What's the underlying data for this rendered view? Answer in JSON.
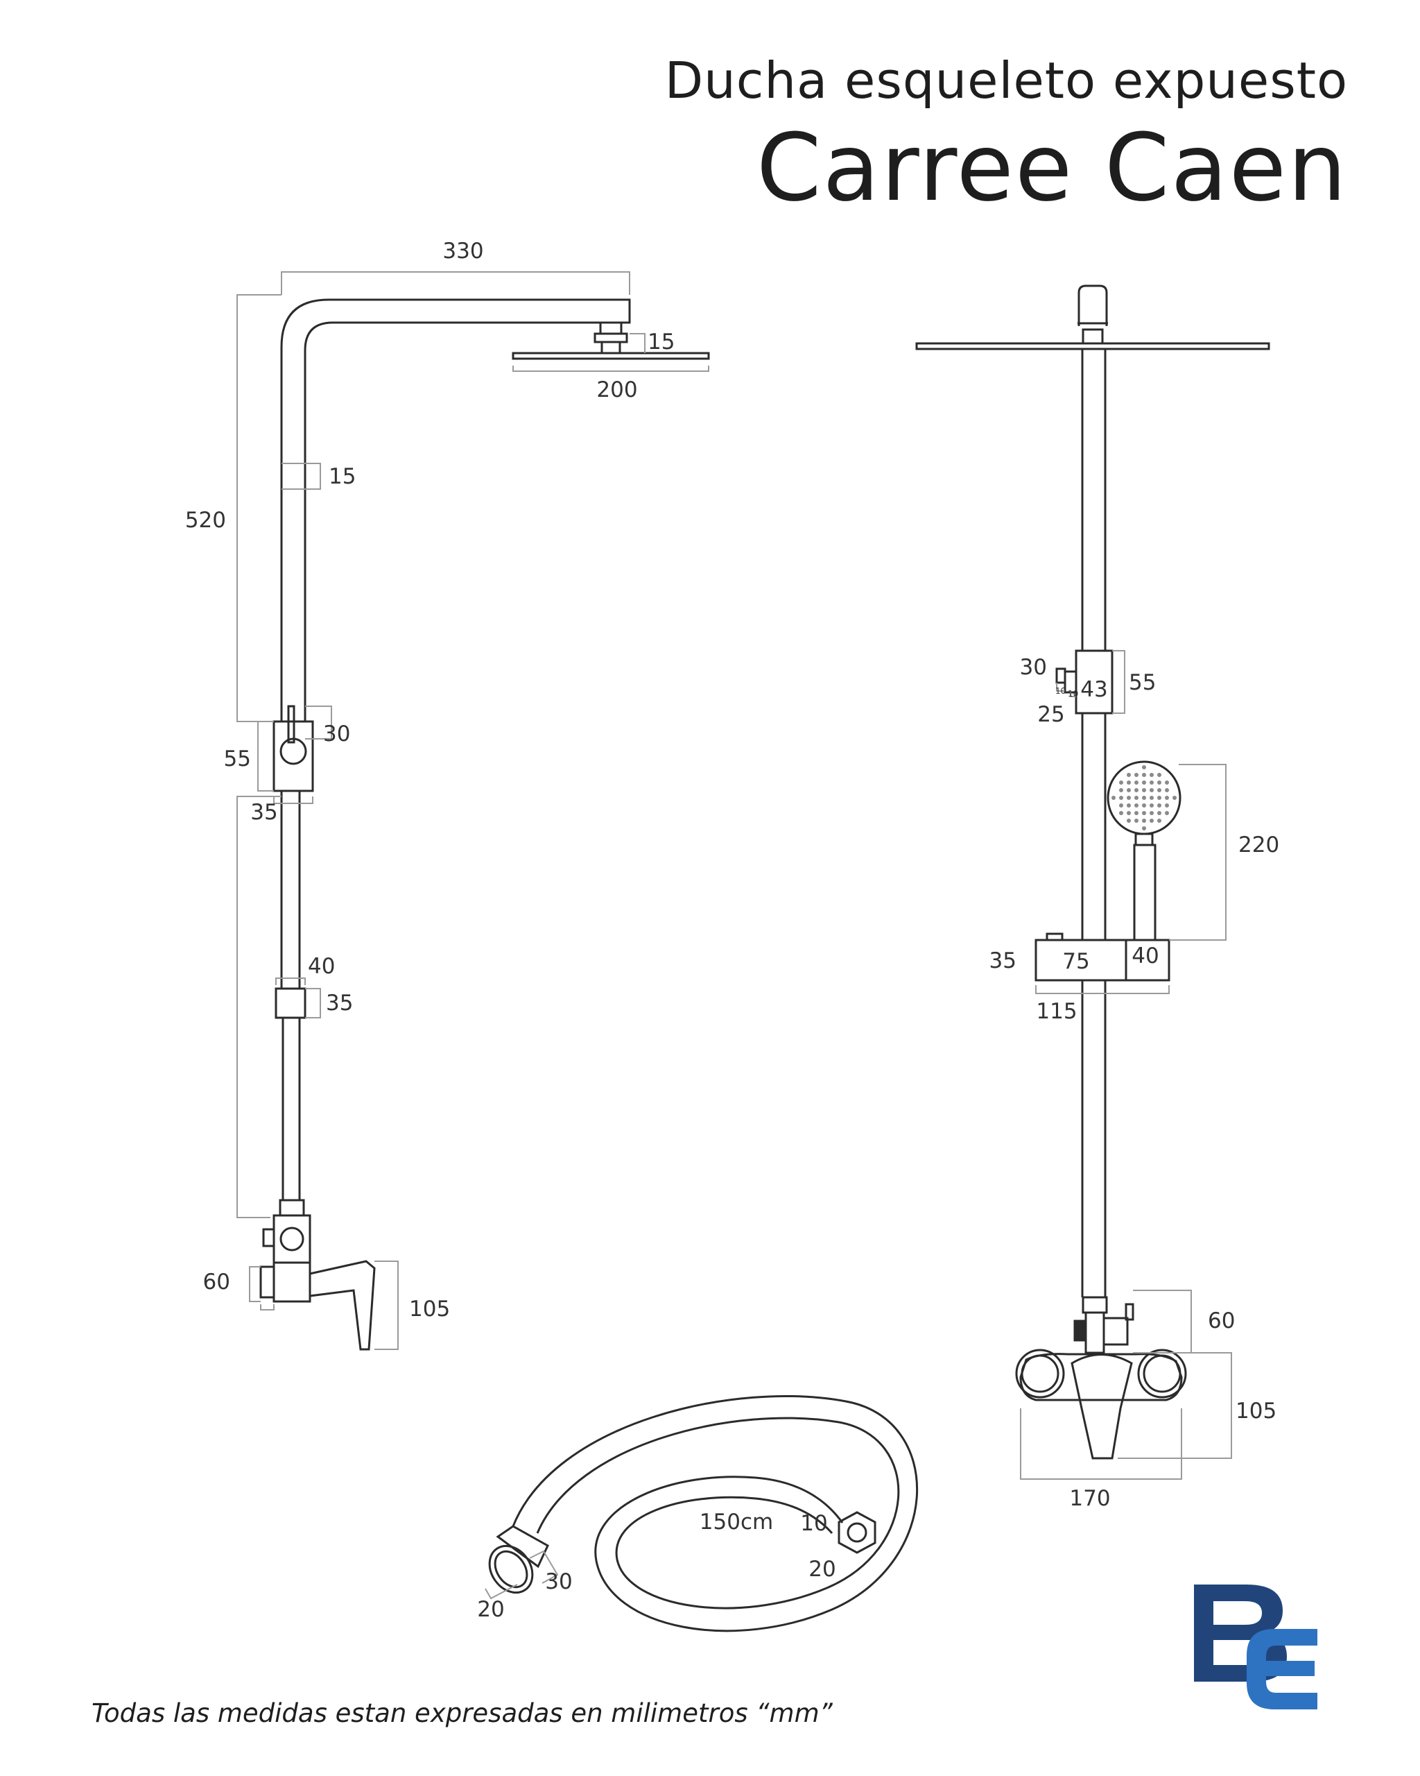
{
  "header": {
    "subtitle": "Ducha esqueleto expuesto",
    "title": "Carree Caen"
  },
  "footnote": "Todas las medidas estan expresadas en milimetros “mm”",
  "logo": {
    "letters": "BE",
    "color_dark": "#21457b",
    "color_light": "#2e73c2"
  },
  "colors": {
    "line": "#2b2b2b",
    "dim_line": "#9a9a9a",
    "text": "#333333"
  },
  "side_view": {
    "arm_length": "330",
    "head_thickness": "15",
    "head_width": "200",
    "pipe_diameter": "15",
    "upper_pipe_length": "520",
    "diverter_knob": "30",
    "diverter_height": "55",
    "diverter_width": "35",
    "holder_height": "40",
    "holder_width": "35",
    "mixer_inlet": "60",
    "mixer_height": "105"
  },
  "front_view": {
    "diverter_knob": "30",
    "small_a": "10",
    "small_b": "10",
    "diverter_width": "43",
    "diverter_height": "55",
    "diverter_offset": "25",
    "hand_shower_length": "220",
    "holder_height": "35",
    "holder_width": "75",
    "holder_depth": "40",
    "holder_total": "115",
    "mixer_top": "60",
    "mixer_height": "105",
    "mixer_width": "170"
  },
  "hose": {
    "length": "150cm",
    "nut_small": "10",
    "nut_large": "20",
    "cone_length": "30",
    "cone_width": "20"
  }
}
